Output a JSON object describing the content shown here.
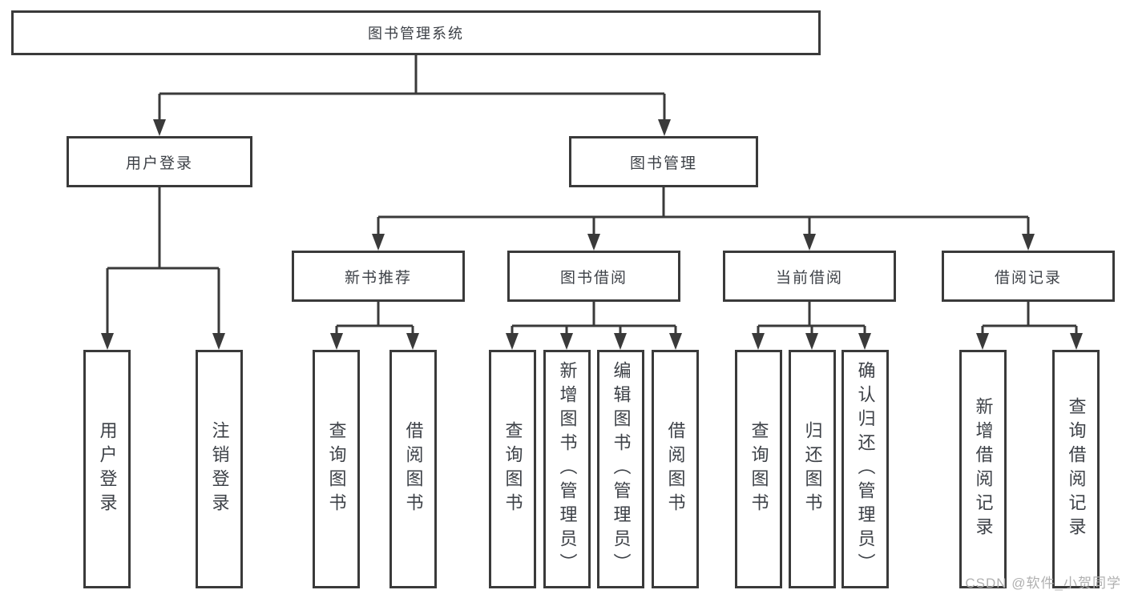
{
  "diagram": {
    "root": "图书管理系统",
    "level2": {
      "user_login": "用户登录",
      "book_management": "图书管理"
    },
    "level3": {
      "new_book_recommend": "新书推荐",
      "book_borrow": "图书借阅",
      "current_borrow": "当前借阅",
      "borrow_records": "借阅记录"
    },
    "leaves": {
      "user_login": [
        "用户登录",
        "注销登录"
      ],
      "new_book_recommend": [
        "查询图书",
        "借阅图书"
      ],
      "book_borrow": [
        "查询图书",
        "新增图书（管理员）",
        "编辑图书（管理员）",
        "借阅图书"
      ],
      "current_borrow": [
        "查询图书",
        "归还图书",
        "确认归还（管理员）"
      ],
      "borrow_records": [
        "新增借阅记录",
        "查询借阅记录"
      ]
    },
    "colors": {
      "line": "#3a3a3a",
      "text": "#3d4147",
      "box_background": "#ffffff"
    }
  },
  "watermark": {
    "text": "CSDN @软件_小贺同学",
    "color": "#b0b0b0"
  }
}
